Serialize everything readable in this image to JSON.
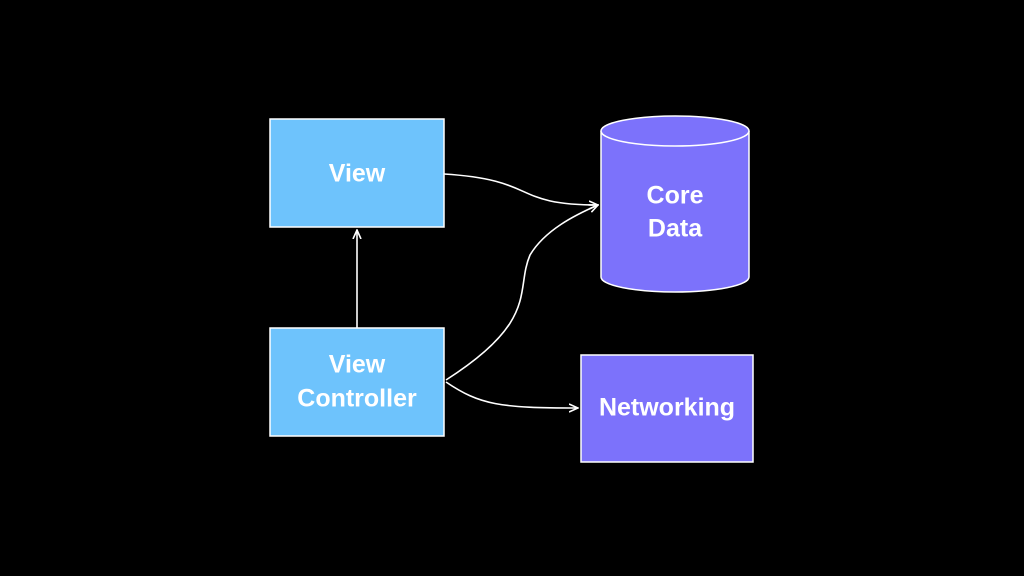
{
  "colors": {
    "background": "#000000",
    "light_blue": "#6EC3FC",
    "purple": "#7C72FB",
    "stroke": "#FFFFFF"
  },
  "nodes": {
    "view": {
      "lines": [
        "View"
      ]
    },
    "view_controller": {
      "lines": [
        "View",
        "Controller"
      ]
    },
    "core_data": {
      "lines": [
        "Core",
        "Data"
      ]
    },
    "networking": {
      "lines": [
        "Networking"
      ]
    }
  },
  "edges": [
    {
      "from": "view",
      "to": "core_data"
    },
    {
      "from": "view_controller",
      "to": "view"
    },
    {
      "from": "view_controller",
      "to": "core_data"
    },
    {
      "from": "view_controller",
      "to": "networking"
    }
  ]
}
